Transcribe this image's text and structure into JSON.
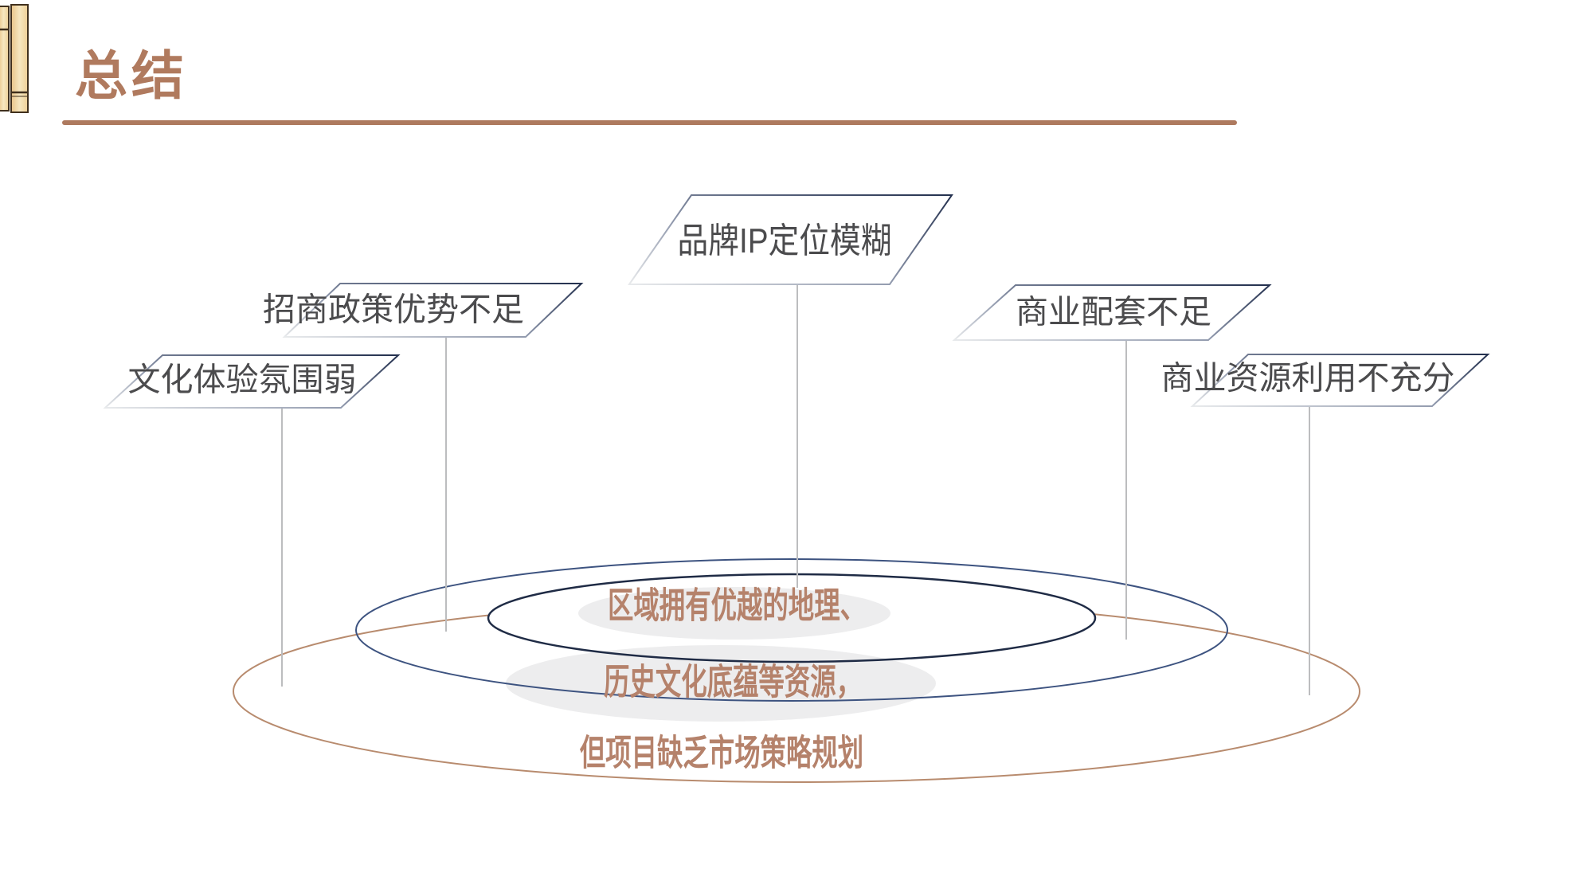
{
  "slide": {
    "title": "总结"
  },
  "colors": {
    "title_brown": "#b07a5e",
    "underline_brown": "#ae7a5f",
    "center_text_brown": "#b5826b",
    "label_text_gray": "#4b4b4d",
    "ellipse_outer_brown": "#b88b6e",
    "ellipse_middle_navy": "#3d5380",
    "ellipse_inner_navy": "#1f2b45",
    "parallelogram_dark": "#23304e",
    "parallelogram_light": "#e8eaec",
    "connector_gray": "#bcbdbf",
    "blob_gray": "#ededee",
    "shape_fill": "#ffffff",
    "bamboo_fill_light": "#f6e7c0",
    "bamboo_fill_dark": "#e9c489",
    "bamboo_outline": "#40301d"
  },
  "issue_labels": [
    {
      "text": "品牌IP定位模糊"
    },
    {
      "text": "招商政策优势不足"
    },
    {
      "text": "文化体验氛围弱"
    },
    {
      "text": "商业配套不足"
    },
    {
      "text": "商业资源利用不充分"
    }
  ],
  "conclusion": {
    "line1": "区域拥有优越的地理、",
    "line2": "历史文化底蕴等资源，",
    "line3": "但项目缺乏市场策略规划"
  }
}
